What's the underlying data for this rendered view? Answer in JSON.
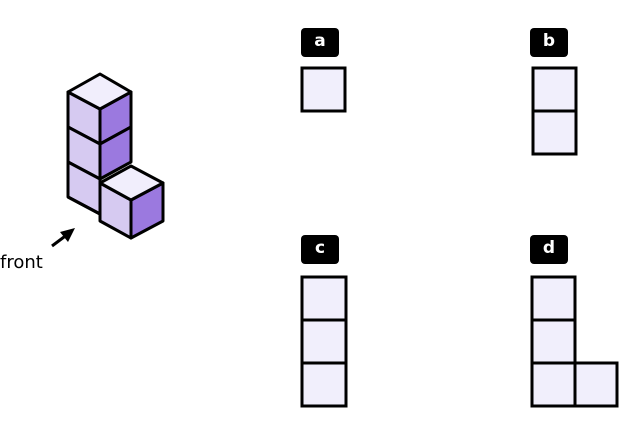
{
  "labels": {
    "a": "a",
    "b": "b",
    "c": "c",
    "d": "d",
    "front": "front"
  },
  "colors": {
    "top": "#f1eefc",
    "left": "#d6caf1",
    "right": "#9b79df",
    "grid": "#f1effc"
  },
  "options": [
    {
      "id": "a",
      "squares": [
        [
          0,
          0
        ]
      ]
    },
    {
      "id": "b",
      "squares": [
        [
          0,
          0
        ],
        [
          0,
          1
        ]
      ]
    },
    {
      "id": "c",
      "squares": [
        [
          0,
          0
        ],
        [
          0,
          1
        ],
        [
          0,
          2
        ]
      ]
    },
    {
      "id": "d",
      "squares": [
        [
          0,
          0
        ],
        [
          0,
          1
        ],
        [
          0,
          2
        ],
        [
          1,
          2
        ]
      ]
    }
  ]
}
